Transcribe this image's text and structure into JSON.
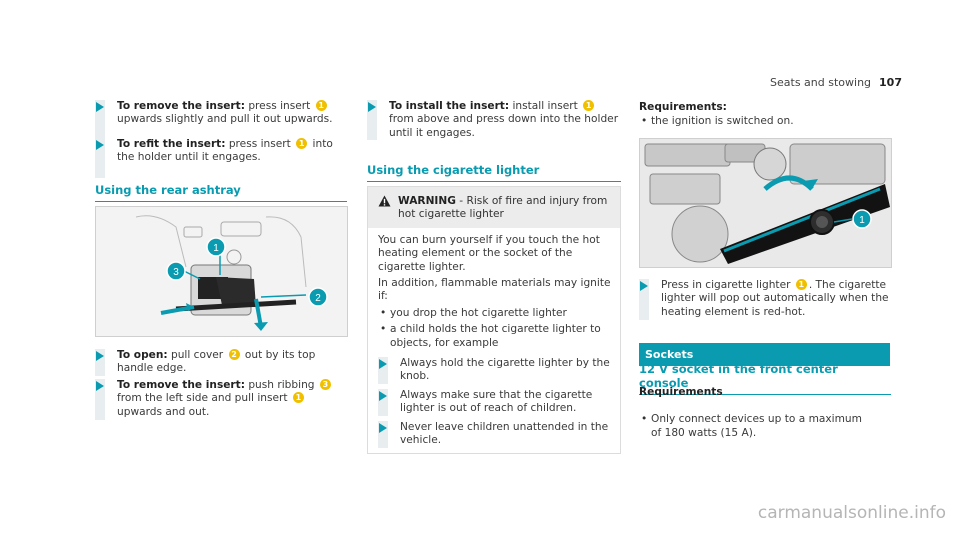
{
  "header": {
    "section": "Seats and stowing",
    "page": "107"
  },
  "left": {
    "steps_top": [
      {
        "bold": "To remove the insert:",
        "parts": [
          " press insert ",
          "1",
          " upwards slightly and pull it out upwards."
        ]
      },
      {
        "bold": "To refit the insert:",
        "parts": [
          " press insert ",
          "1",
          " into the holder until it engages."
        ]
      }
    ],
    "section_title": "Using the rear ashtray",
    "image_numbers": [
      "1",
      "2",
      "3"
    ],
    "steps_bottom": [
      {
        "bold": "To open:",
        "parts": [
          " pull cover ",
          "2",
          " out by its top handle edge."
        ]
      },
      {
        "bold": "To remove the insert:",
        "parts": [
          " push ribbing ",
          "3",
          " from the left side and pull insert ",
          "1",
          " upwards and out."
        ]
      }
    ]
  },
  "middle": {
    "step": {
      "bold": "To install the insert:",
      "parts": [
        " install insert ",
        "1",
        " from above and press down into the holder until it engages."
      ]
    },
    "section_title": "Using the cigarette lighter",
    "warning": {
      "label": "WARNING",
      "text": " - Risk of fire and injury from hot cigarette lighter",
      "p1": "You can burn yourself if you touch the hot heating element or the socket of the cigarette lighter.",
      "p2": "In addition, flammable materials may ignite if:",
      "bullets": [
        "you drop the hot cigarette lighter",
        "a child holds the hot cigarette lighter to objects, for example"
      ],
      "steps": [
        "Always hold the cigarette lighter by the knob.",
        "Always make sure that the cigarette lighter is out of reach of children.",
        "Never leave children unattended in the vehicle."
      ]
    }
  },
  "right": {
    "req_title": "Requirements:",
    "req_item": "the ignition is switched on.",
    "image_number": "1",
    "step": {
      "parts": [
        "Press in cigarette lighter ",
        "1",
        ". The cigarette lighter will pop out automatically when the heating element is red-hot."
      ]
    },
    "bar_title": "Sockets",
    "section_title": "12 V socket in the front center console",
    "req2_title": "Requirements",
    "req2_item": "Only connect devices up to a maximum of 180 watts (15 A)."
  },
  "watermark": "carmanualsonline.info"
}
